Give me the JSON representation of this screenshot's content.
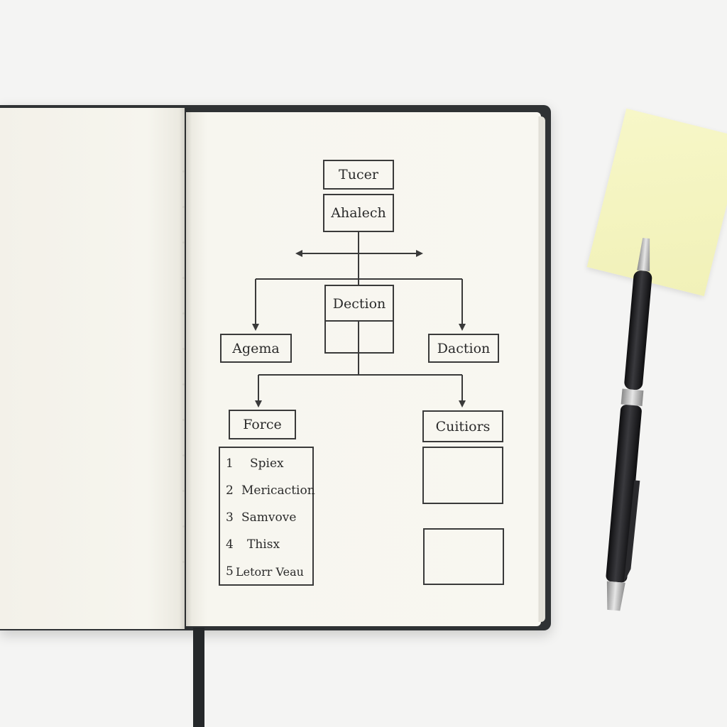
{
  "diagram": {
    "top_label": "Tucer",
    "second_label": "Ahalech",
    "center_label": "Dection",
    "left_branch_label": "Agema",
    "right_branch_label": "Daction",
    "lower_left_label": "Force",
    "lower_right_label": "Cuitiors",
    "list_items": [
      {
        "num": "1",
        "text": "Spiex"
      },
      {
        "num": "2",
        "text": "Mericaction"
      },
      {
        "num": "3",
        "text": "Samvove"
      },
      {
        "num": "4",
        "text": "Thisx"
      },
      {
        "num": "5",
        "text": "Letorr Veau"
      }
    ]
  },
  "colors": {
    "background": "#f4f4f3",
    "notebook_cover": "#2f3234",
    "paper": "#f8f7f1",
    "ink": "#3a3a3a",
    "sticky_note": "#f4f4bd",
    "pen_body": "#1c1c1e",
    "pen_metal": "#b8b8b8"
  }
}
